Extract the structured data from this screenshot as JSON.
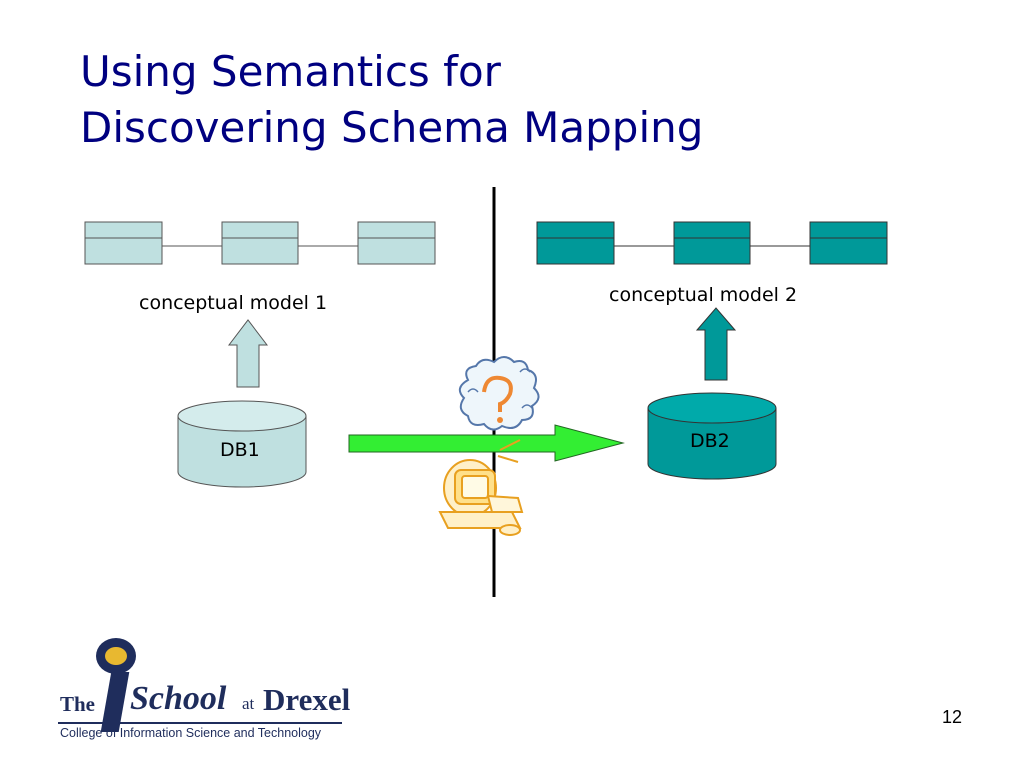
{
  "slide": {
    "title_lines": [
      "Using Semantics for",
      "Discovering Schema Mapping"
    ],
    "page_number": "12"
  },
  "diagram": {
    "left": {
      "model_label": "conceptual model 1",
      "db_label": "DB1",
      "fill_color": "#bfe0e0"
    },
    "right": {
      "model_label": "conceptual model 2",
      "db_label": "DB2",
      "fill_color": "#009999"
    },
    "mapping_arrow_color": "#33ee33",
    "clipart": [
      "question-cloud-icon",
      "computer-user-icon"
    ]
  },
  "logo": {
    "the": "The",
    "school": "School",
    "at": "at",
    "drexel": "Drexel",
    "college": "College of Information Science and Technology"
  }
}
